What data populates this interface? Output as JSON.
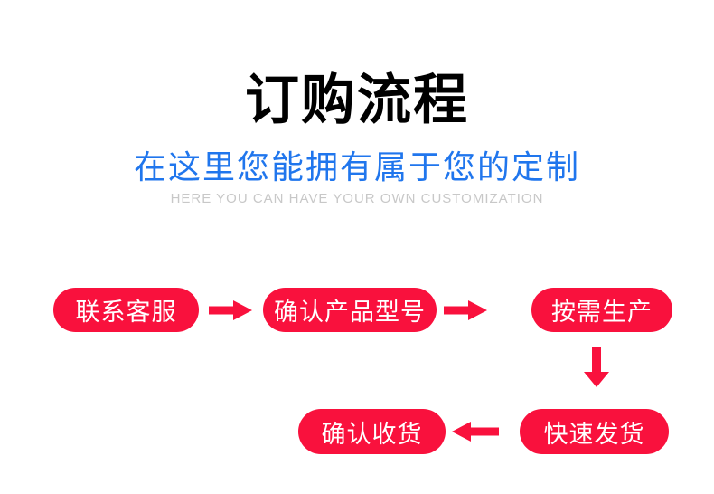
{
  "header": {
    "title": "订购流程",
    "subtitle_cn": "在这里您能拥有属于您的定制",
    "subtitle_en": "HERE YOU CAN HAVE YOUR OWN CUSTOMIZATION"
  },
  "colors": {
    "accent_red": "#F9113D",
    "accent_blue": "#2076ED",
    "title_black": "#000000",
    "subtitle_gray": "#C8C8C8"
  },
  "flow": {
    "steps": [
      {
        "order": 1,
        "label": "联系客服"
      },
      {
        "order": 2,
        "label": "确认产品型号"
      },
      {
        "order": 3,
        "label": "按需生产"
      },
      {
        "order": 4,
        "label": "快速发货"
      },
      {
        "order": 5,
        "label": "确认收货"
      }
    ],
    "icons": {
      "arrow_right": "block-arrow-right",
      "arrow_down": "block-arrow-down",
      "arrow_left": "block-arrow-left"
    }
  }
}
